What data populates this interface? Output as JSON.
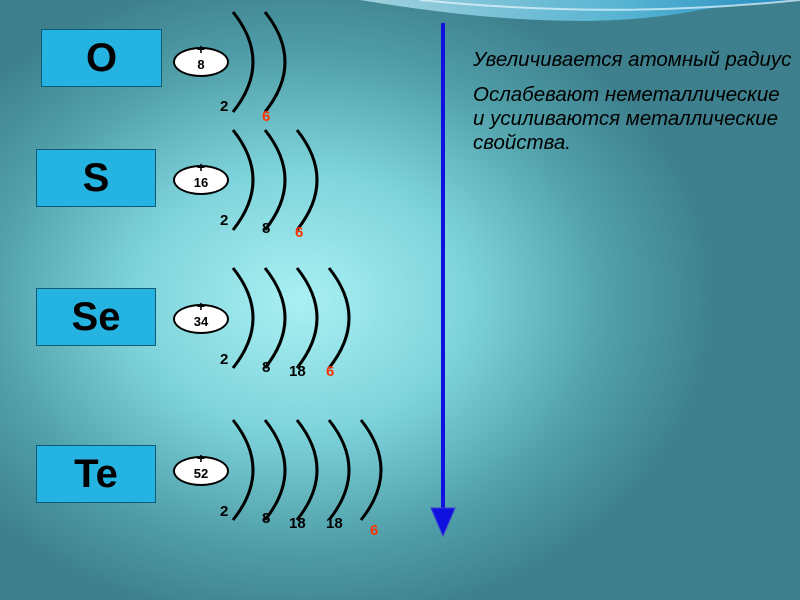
{
  "statements": [
    "Увеличивается атомный радиус",
    "Ослабевают неметаллические и усиливаются металлические свойства."
  ],
  "colors": {
    "element_box": "#25b3e2",
    "arrow": "#1010e0",
    "outer_shell_number": "#ff3300",
    "shell_arc": "#000000"
  },
  "elements": [
    {
      "symbol": "O",
      "nucleus_sign": "+",
      "charge": "8",
      "shells": [
        "2",
        "6"
      ]
    },
    {
      "symbol": "S",
      "nucleus_sign": "+",
      "charge": "16",
      "shells": [
        "2",
        "8",
        "6"
      ]
    },
    {
      "symbol": "Se",
      "nucleus_sign": "+",
      "charge": "34",
      "shells": [
        "2",
        "8",
        "18",
        "6"
      ]
    },
    {
      "symbol": "Te",
      "nucleus_sign": "+",
      "charge": "52",
      "shells": [
        "2",
        "8",
        "18",
        "18",
        "6"
      ]
    }
  ]
}
